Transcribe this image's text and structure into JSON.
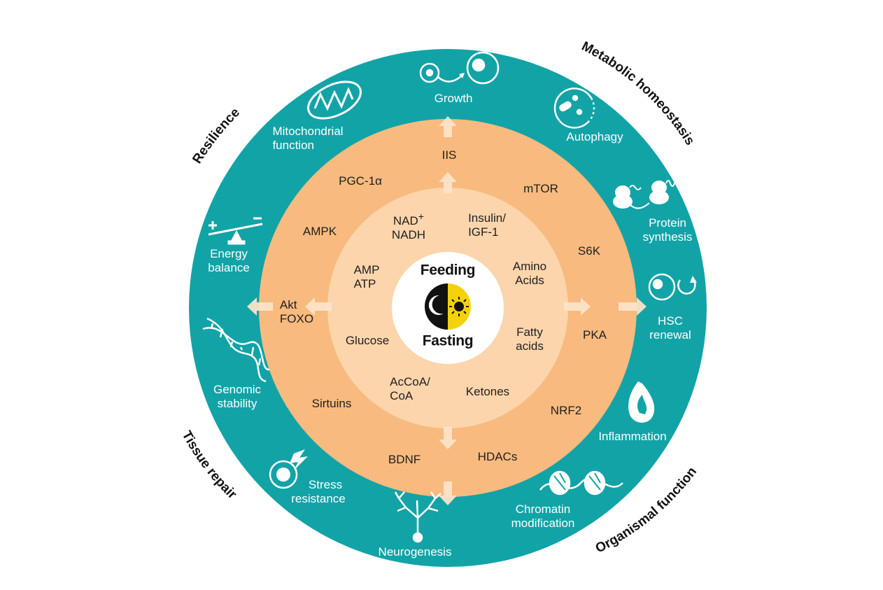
{
  "center": {
    "top": "Feeding",
    "bottom": "Fasting"
  },
  "ring_titles": {
    "resilience": "Resilience",
    "metabolic": "Metabolic homeostasis",
    "tissue": "Tissue repair",
    "organismal": "Organismal function"
  },
  "outer": {
    "growth": "Growth",
    "autophagy": "Autophagy",
    "protein_1": "Protein",
    "protein_2": "synthesis",
    "hsc_1": "HSC",
    "hsc_2": "renewal",
    "inflammation": "Inflammation",
    "chromatin_1": "Chromatin",
    "chromatin_2": "modification",
    "neurogenesis": "Neurogenesis",
    "stress_1": "Stress",
    "stress_2": "resistance",
    "genomic_1": "Genomic",
    "genomic_2": "stability",
    "energy_1": "Energy",
    "energy_2": "balance",
    "mito_1": "Mitochondrial",
    "mito_2": "function"
  },
  "middle": {
    "iis": "IIS",
    "mtor": "mTOR",
    "s6k": "S6K",
    "pka": "PKA",
    "nrf2": "NRF2",
    "hdacs": "HDACs",
    "bdnf": "BDNF",
    "sirtuins": "Sirtuins",
    "akt": "Akt",
    "foxo": "FOXO",
    "ampk": "AMPK",
    "pgc_base": "PGC-1",
    "pgc_greek": "α"
  },
  "inner": {
    "nad_base": "NAD",
    "nad_sup": "+",
    "nadh": "NADH",
    "insulin": "Insulin/",
    "igf": "IGF-1",
    "amp": "AMP",
    "atp": "ATP",
    "amino_1": "Amino",
    "amino_2": "Acids",
    "glucose": "Glucose",
    "fatty_1": "Fatty",
    "fatty_2": "acids",
    "acoa": "AcCoA/",
    "coa": "CoA",
    "ketones": "Ketones"
  },
  "colors": {
    "outer_ring": "#12A3A7",
    "middle_ring": "#F8BA7E",
    "inner_ring": "#FCD5AC",
    "center": "#FFFFFF",
    "sun": "#F4D20A",
    "moon_bg": "#111111"
  }
}
